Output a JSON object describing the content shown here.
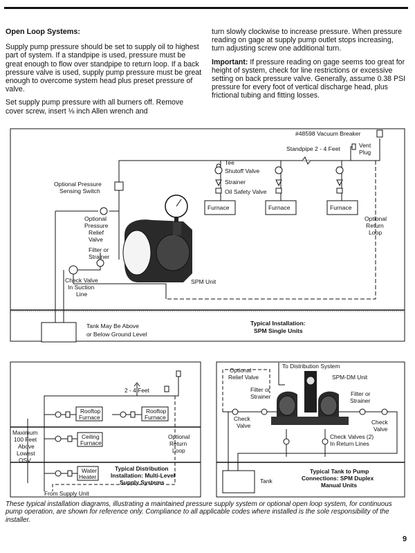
{
  "section_title": "Open Loop Systems:",
  "left_paragraphs": [
    "Supply pump pressure should be set to supply oil to highest part of system. If a standpipe is used, pressure must be great enough to flow over standpipe to return loop. If a back pressure valve is used, supply pump pressure must be great enough to overcome system head plus preset pressure of valve.",
    "Set supply pump pressure with all burners off. Remove cover screw, insert ⅛ inch Allen wrench and"
  ],
  "right_paragraph_1": "turn slowly clockwise to increase pressure. When pressure reading on gage at supply pump outlet stops increasing, turn adjusting screw one additional turn.",
  "important_label": "Important:",
  "important_text": " If pressure reading on gage seems too great for height of system, check for line restrictions or excessive setting on back pressure valve. Generally, assume 0.38 PSI pressure for every foot of vertical discharge head, plus frictional tubing and fitting losses.",
  "fig1": {
    "vacuum_breaker": "#48598 Vacuum Breaker",
    "standpipe": "Standpipe 2 - 4 Feet",
    "vent": "Vent",
    "plug": "Plug",
    "tee": "Tee",
    "shutoff": "Shutoff Valve",
    "strainer": "Strainer",
    "oil_safety": "Oil Safety Valve",
    "furnace": "Furnace",
    "pressure_switch_1": "Optional Pressure",
    "pressure_switch_2": "Sensing Switch",
    "relief_1": "Optional",
    "relief_2": "Pressure",
    "relief_3": "Relief",
    "relief_4": "Valve",
    "filter_1": "Filter or",
    "filter_2": "Strainer",
    "check_1": "Check Valve",
    "check_2": "In Suction",
    "check_3": "Line",
    "spm_unit": "SPM Unit",
    "return_1": "Optional",
    "return_2": "Return",
    "return_3": "Loop",
    "tank_1": "Tank May Be Above",
    "tank_2": "or Below Ground Level",
    "typical_1": "Typical Installation:",
    "typical_2": "SPM Single Units"
  },
  "fig2": {
    "height": "2 - 4 Feet",
    "rooftop_1": "Rooftop",
    "rooftop_2": "Furnace",
    "ceiling_1": "Ceiling",
    "ceiling_2": "Furnace",
    "water_1": "Water",
    "water_2": "Heater",
    "max_1": "Maximum",
    "max_2": "100 Feet",
    "max_3": "Above",
    "max_4": "Lowest",
    "max_5": "OSV",
    "return_1": "Optional",
    "return_2": "Return",
    "return_3": "Loop",
    "title_1": "Typical Distribution",
    "title_2": "Installation: Multi-Level",
    "title_3": "Supply Systems",
    "from_supply": "From Supply Unit"
  },
  "fig3": {
    "to_distribution": "To Distribution System",
    "relief_1": "Optional",
    "relief_2": "Relief Valve",
    "spm_dm": "SPM-DM Unit",
    "filter_1": "Filter or",
    "filter_2": "Strainer",
    "check_1": "Check",
    "check_2": "Valve",
    "check_valves_1": "Check Valves (2)",
    "check_valves_2": "In Return Lines",
    "tank": "Tank",
    "title_1": "Typical Tank to Pump",
    "title_2": "Connections: SPM Duplex",
    "title_3": "Manual Units"
  },
  "caption": "These typical installation diagrams, illustrating a maintained pressure supply system or optional open loop system, for continuous pump operation, are shown for reference only. Compliance to all applicable codes where installed is the sole responsibility of the installer.",
  "page_number": "9"
}
